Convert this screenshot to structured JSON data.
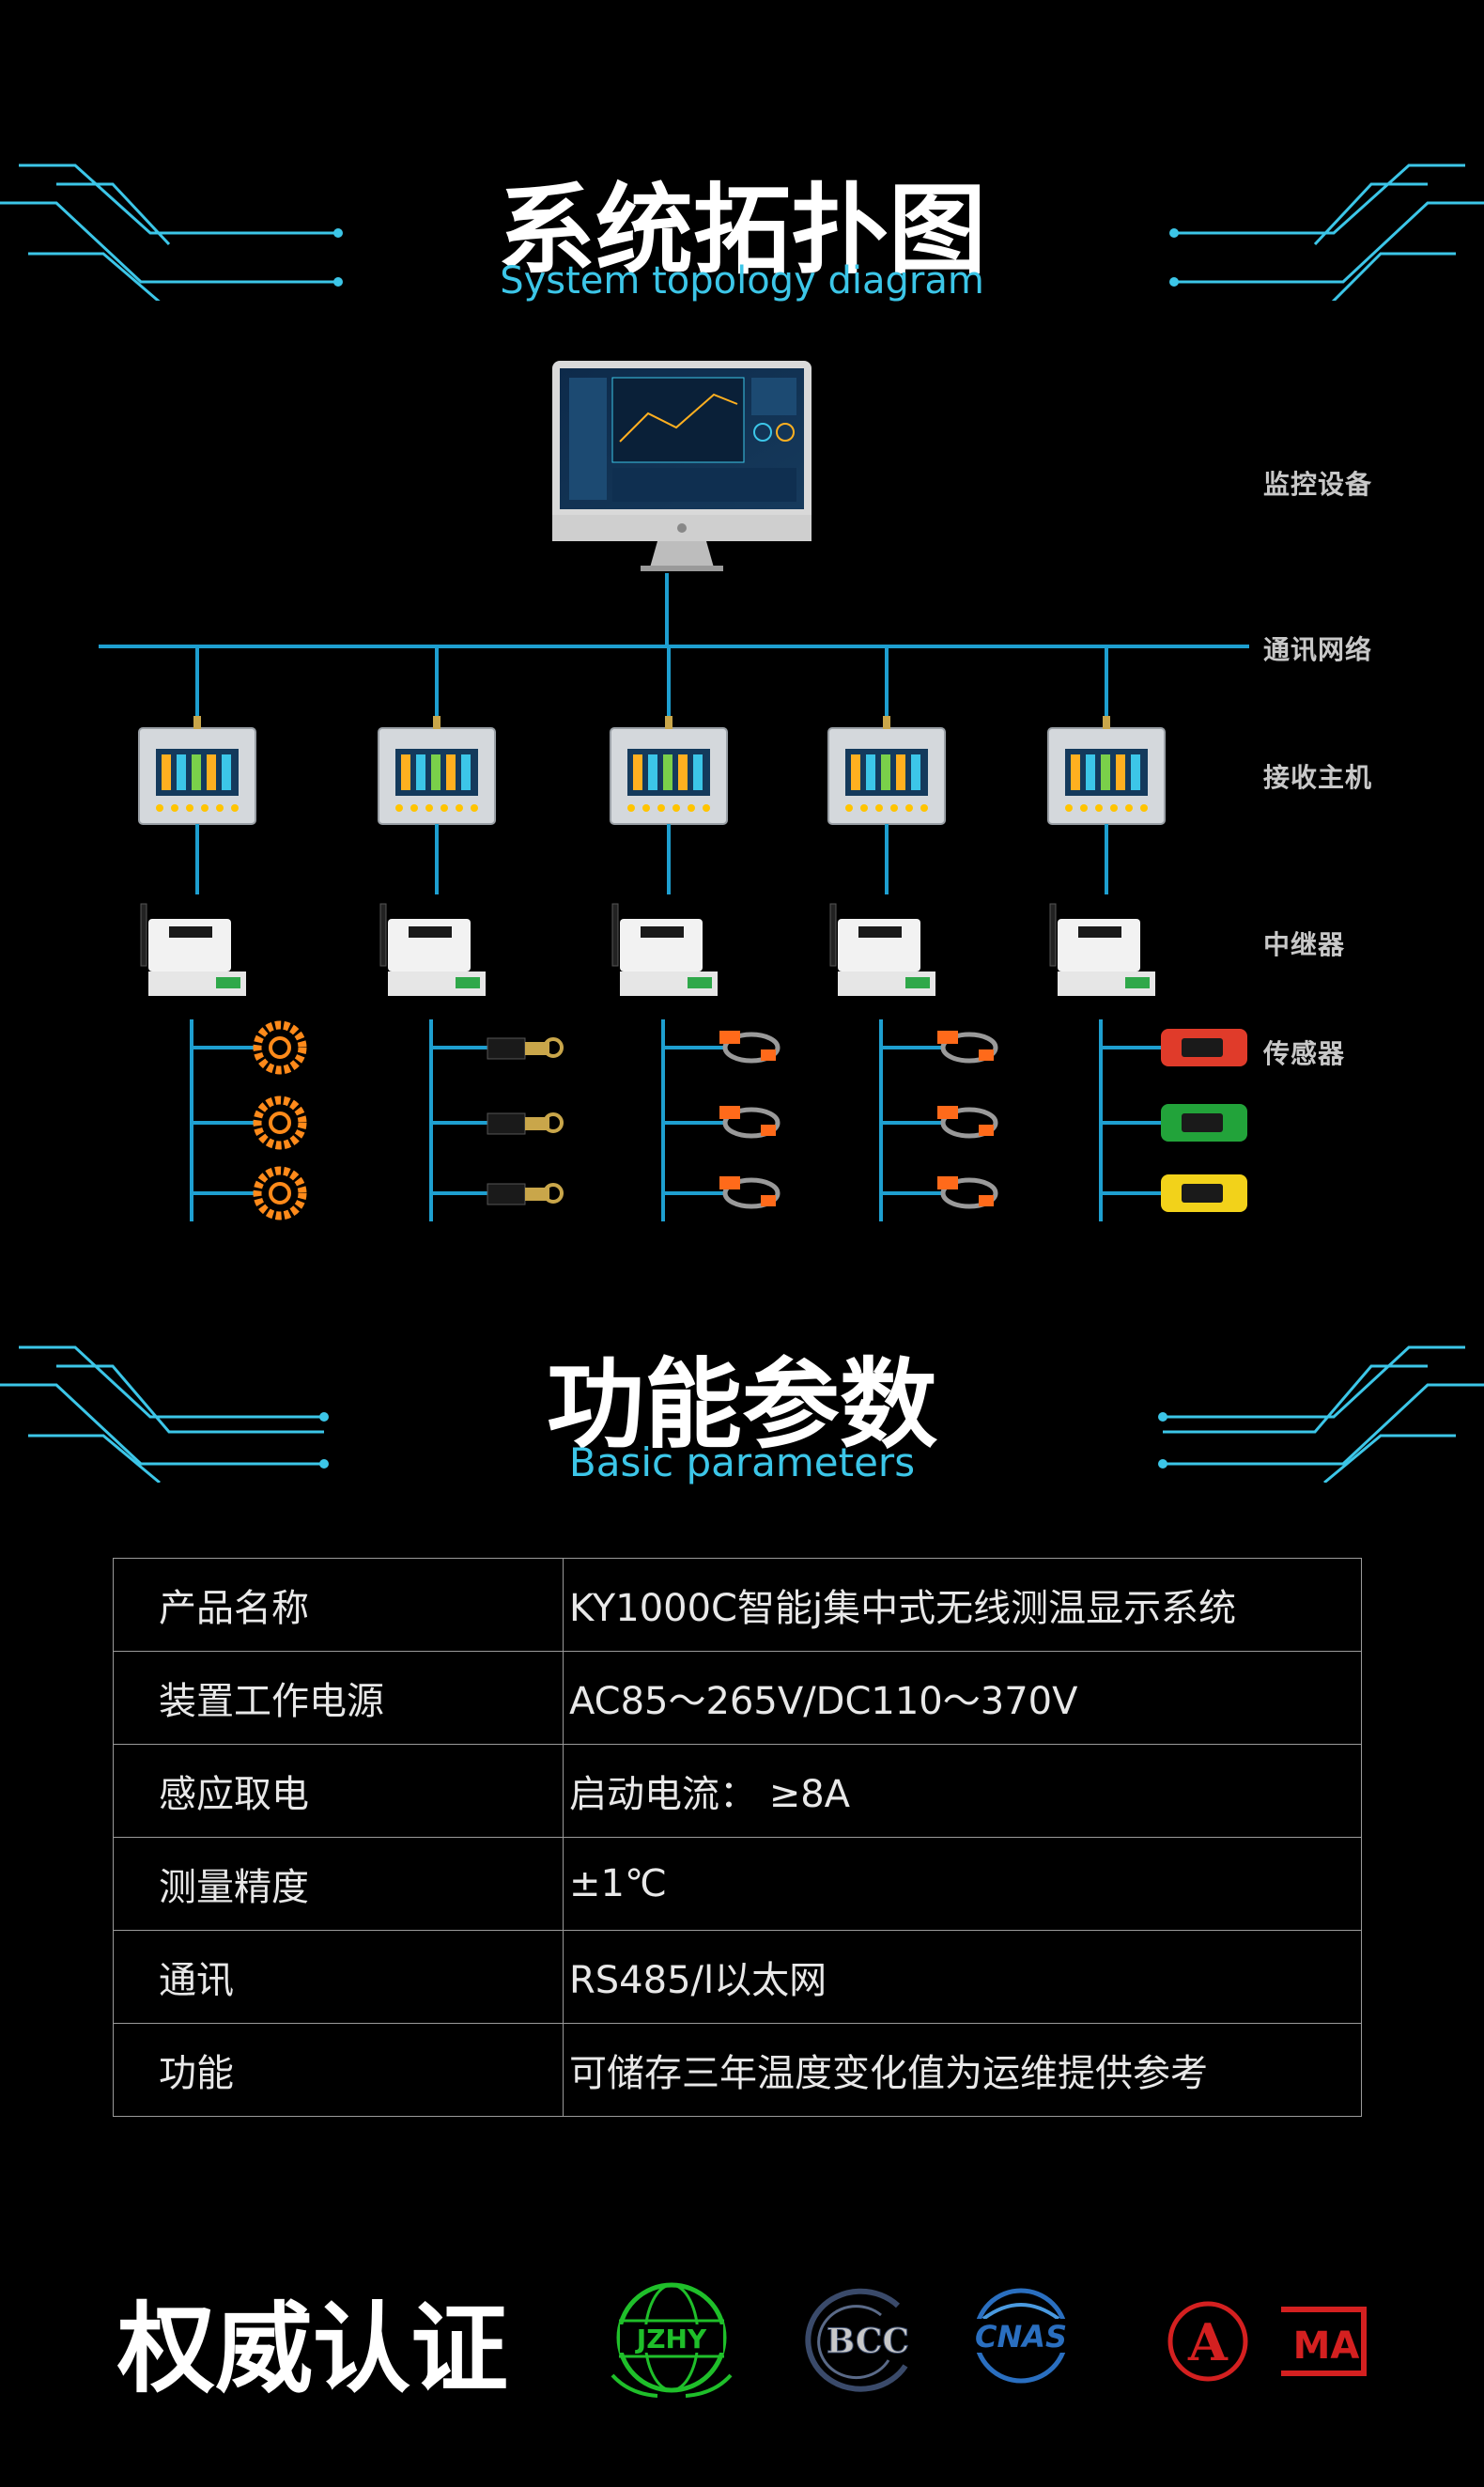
{
  "section_topology": {
    "title_cn": "系统拓扑图",
    "title_en": "System topology diagram",
    "tier_labels": [
      "监控设备",
      "通讯网络",
      "接收主机",
      "中继器",
      "传感器"
    ],
    "column_sensor_types": [
      "coil-clamp-sensor",
      "bolt-lug-sensor",
      "ring-clip-sensor",
      "ring-clip-sensor",
      "colored-band-sensor"
    ],
    "band_sensor_colors": [
      "#e03b2a",
      "#22a33a",
      "#f2d21a"
    ]
  },
  "section_params": {
    "title_cn": "功能参数",
    "title_en": "Basic parameters",
    "rows": [
      {
        "key": "产品名称",
        "value": "KY1000C智能j集中式无线测温显示系统"
      },
      {
        "key": "装置工作电源",
        "value": "AC85～265V/DC110～370V"
      },
      {
        "key": "感应取电",
        "value": "启动电流： ≥8A"
      },
      {
        "key": "测量精度",
        "value": "±1℃"
      },
      {
        "key": "通讯",
        "value": "RS485/l以太网"
      },
      {
        "key": "功能",
        "value": "可储存三年温度变化值为运维提供参考"
      }
    ]
  },
  "section_cert": {
    "title_cn": "权威认证",
    "logos": [
      {
        "name": "jzhy-logo",
        "text": "JZHY",
        "color": "#1fbf2a"
      },
      {
        "name": "bcc-logo",
        "text": "BCC",
        "color": "#3a4a6a"
      },
      {
        "name": "cnas-logo",
        "text": "CNAS",
        "color": "#2a6fc0"
      },
      {
        "name": "cma-a-logo",
        "text": "A",
        "color": "#d42020"
      },
      {
        "name": "cma-logo",
        "text": "MA",
        "color": "#d42020"
      }
    ]
  },
  "colors": {
    "accent": "#3cc6e8",
    "line": "#1e9fd0",
    "background": "#000000"
  }
}
